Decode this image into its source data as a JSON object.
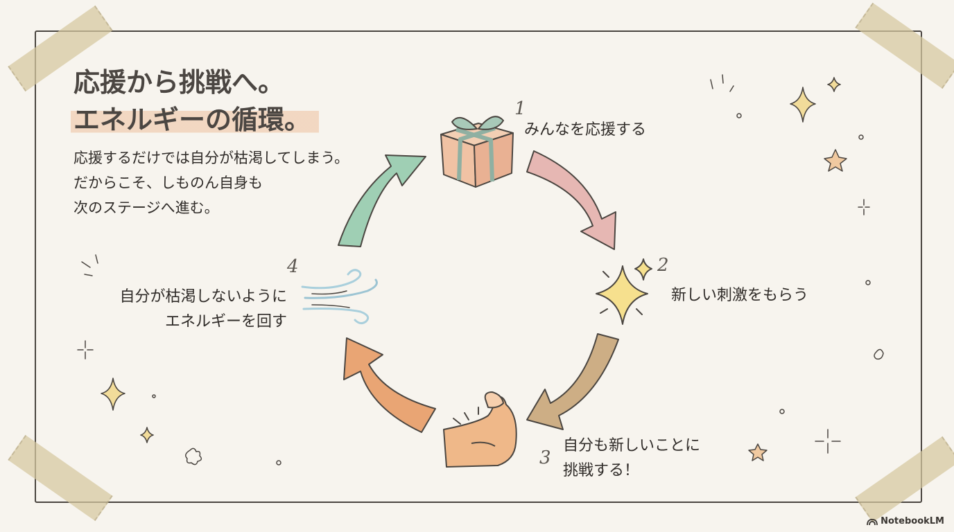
{
  "title": {
    "line1": "応援から挑戦へ。",
    "line2": "エネルギーの循環。"
  },
  "description": [
    "応援するだけでは自分が枯渇してしまう。",
    "だからこそ、しものん自身も",
    "次のステージへ進む。"
  ],
  "cycle": [
    {
      "number": "1",
      "lines": [
        "みんなを応援する"
      ],
      "icon": "gift-icon"
    },
    {
      "number": "2",
      "lines": [
        "新しい刺激をもらう"
      ],
      "icon": "sparkle-icon"
    },
    {
      "number": "3",
      "lines": [
        "自分も新しいことに",
        "挑戦する！"
      ],
      "icon": "flexed-arm-icon"
    },
    {
      "number": "4",
      "lines": [
        "自分が枯渇しないように",
        "エネルギーを回す"
      ],
      "icon": "wind-icon"
    }
  ],
  "arrow_colors": {
    "to_step2": "#e6b7b3",
    "to_step3": "#cdae85",
    "to_step4": "#e9a574",
    "to_step1": "#9fcfb4"
  },
  "brand": {
    "label": "NotebookLM",
    "icon": "notebooklm-logo-icon"
  }
}
